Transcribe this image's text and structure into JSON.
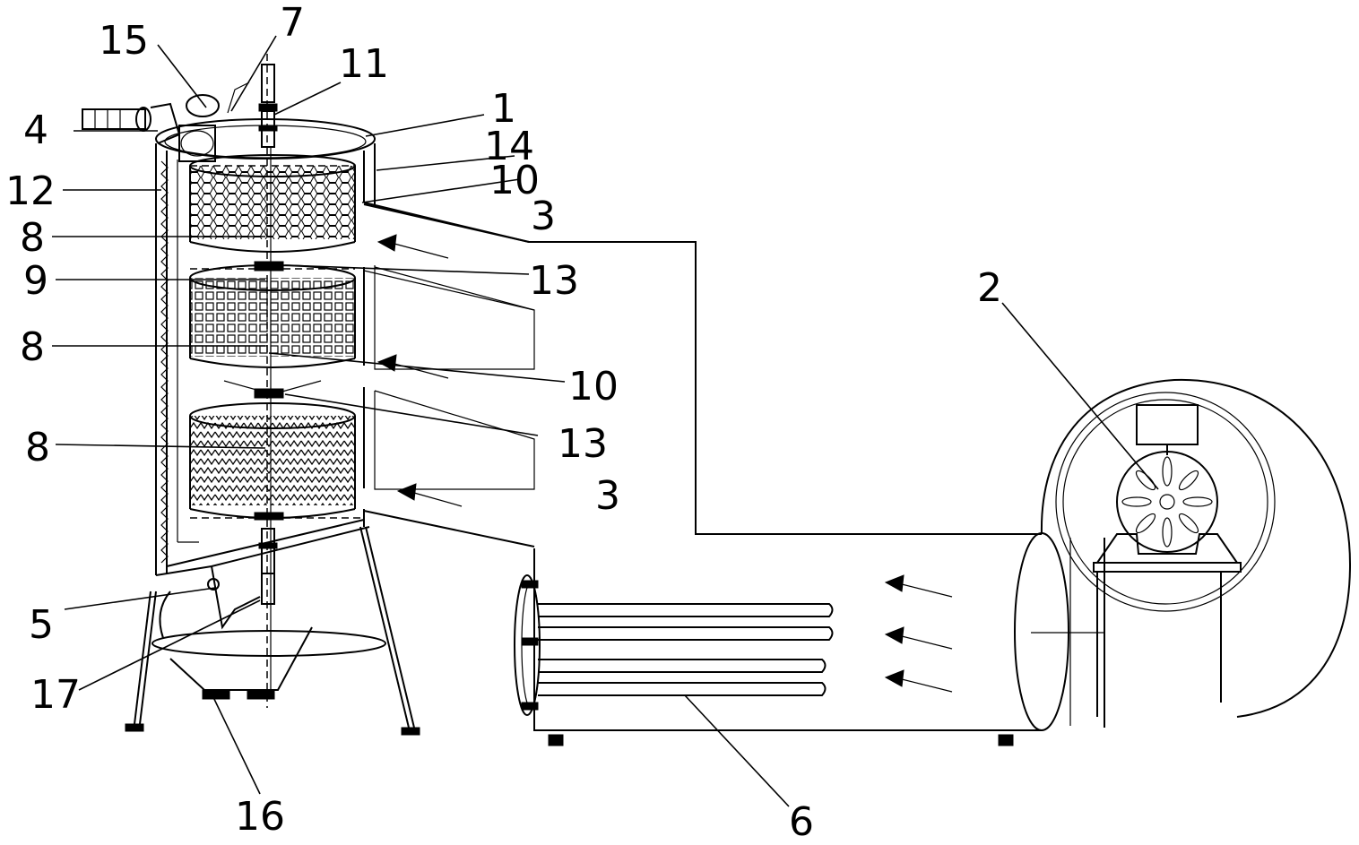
{
  "callouts": {
    "c1": "1",
    "c2": "2",
    "c3a": "3",
    "c3b": "3",
    "c4": "4",
    "c5": "5",
    "c6": "6",
    "c7": "7",
    "c8a": "8",
    "c8b": "8",
    "c8c": "8",
    "c9": "9",
    "c10a": "10",
    "c10b": "10",
    "c11": "11",
    "c12": "12",
    "c13a": "13",
    "c13b": "13",
    "c14": "14",
    "c15": "15",
    "c16": "16",
    "c17": "17"
  }
}
